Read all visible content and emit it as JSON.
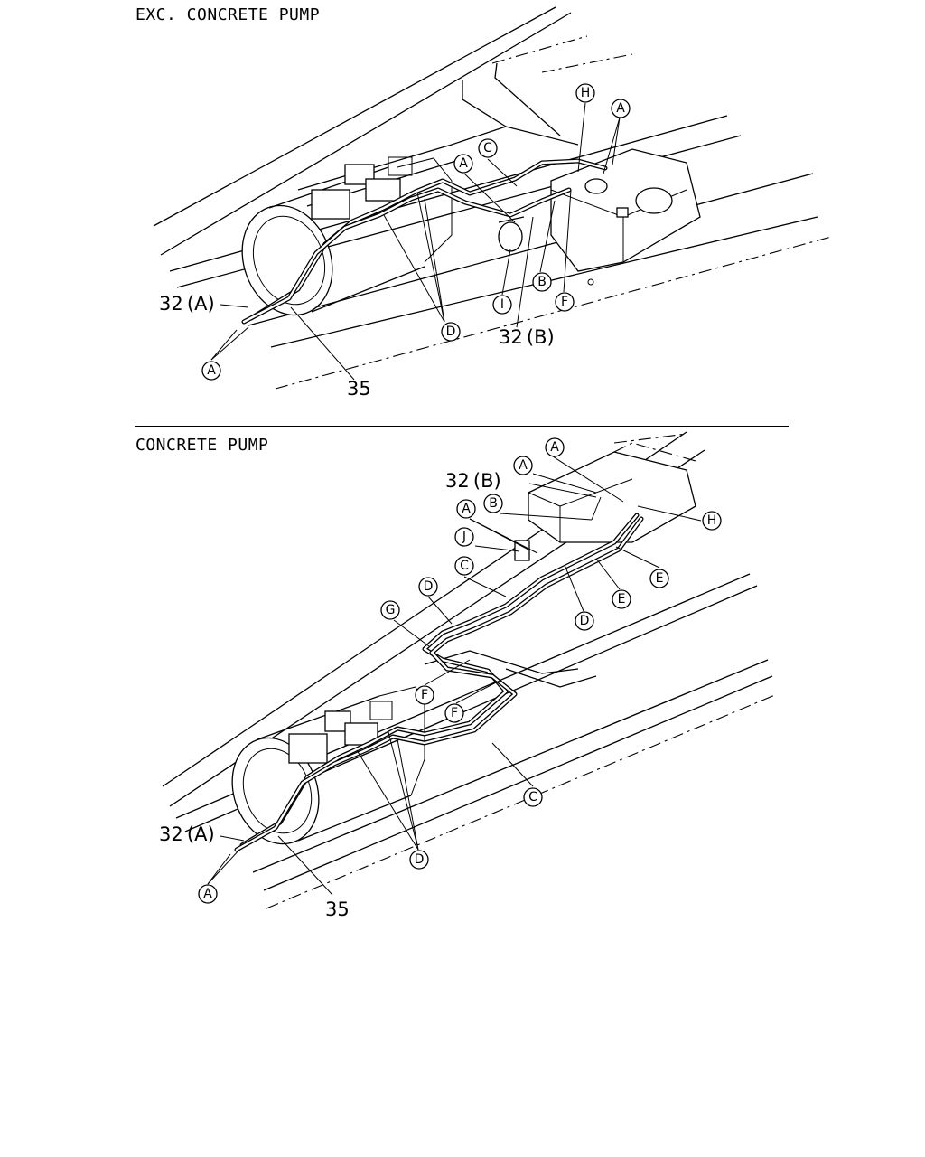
{
  "sections": [
    {
      "title": "EXC. CONCRETE PUMP"
    },
    {
      "title": "CONCRETE PUMP"
    }
  ],
  "parts": {
    "p32a": "32 (A)",
    "p32b": "32 (B)",
    "p35": "35"
  },
  "callouts": {
    "A": "A",
    "B": "B",
    "C": "C",
    "D": "D",
    "E": "E",
    "F": "F",
    "G": "G",
    "H": "H",
    "I": "I",
    "J": "J"
  }
}
